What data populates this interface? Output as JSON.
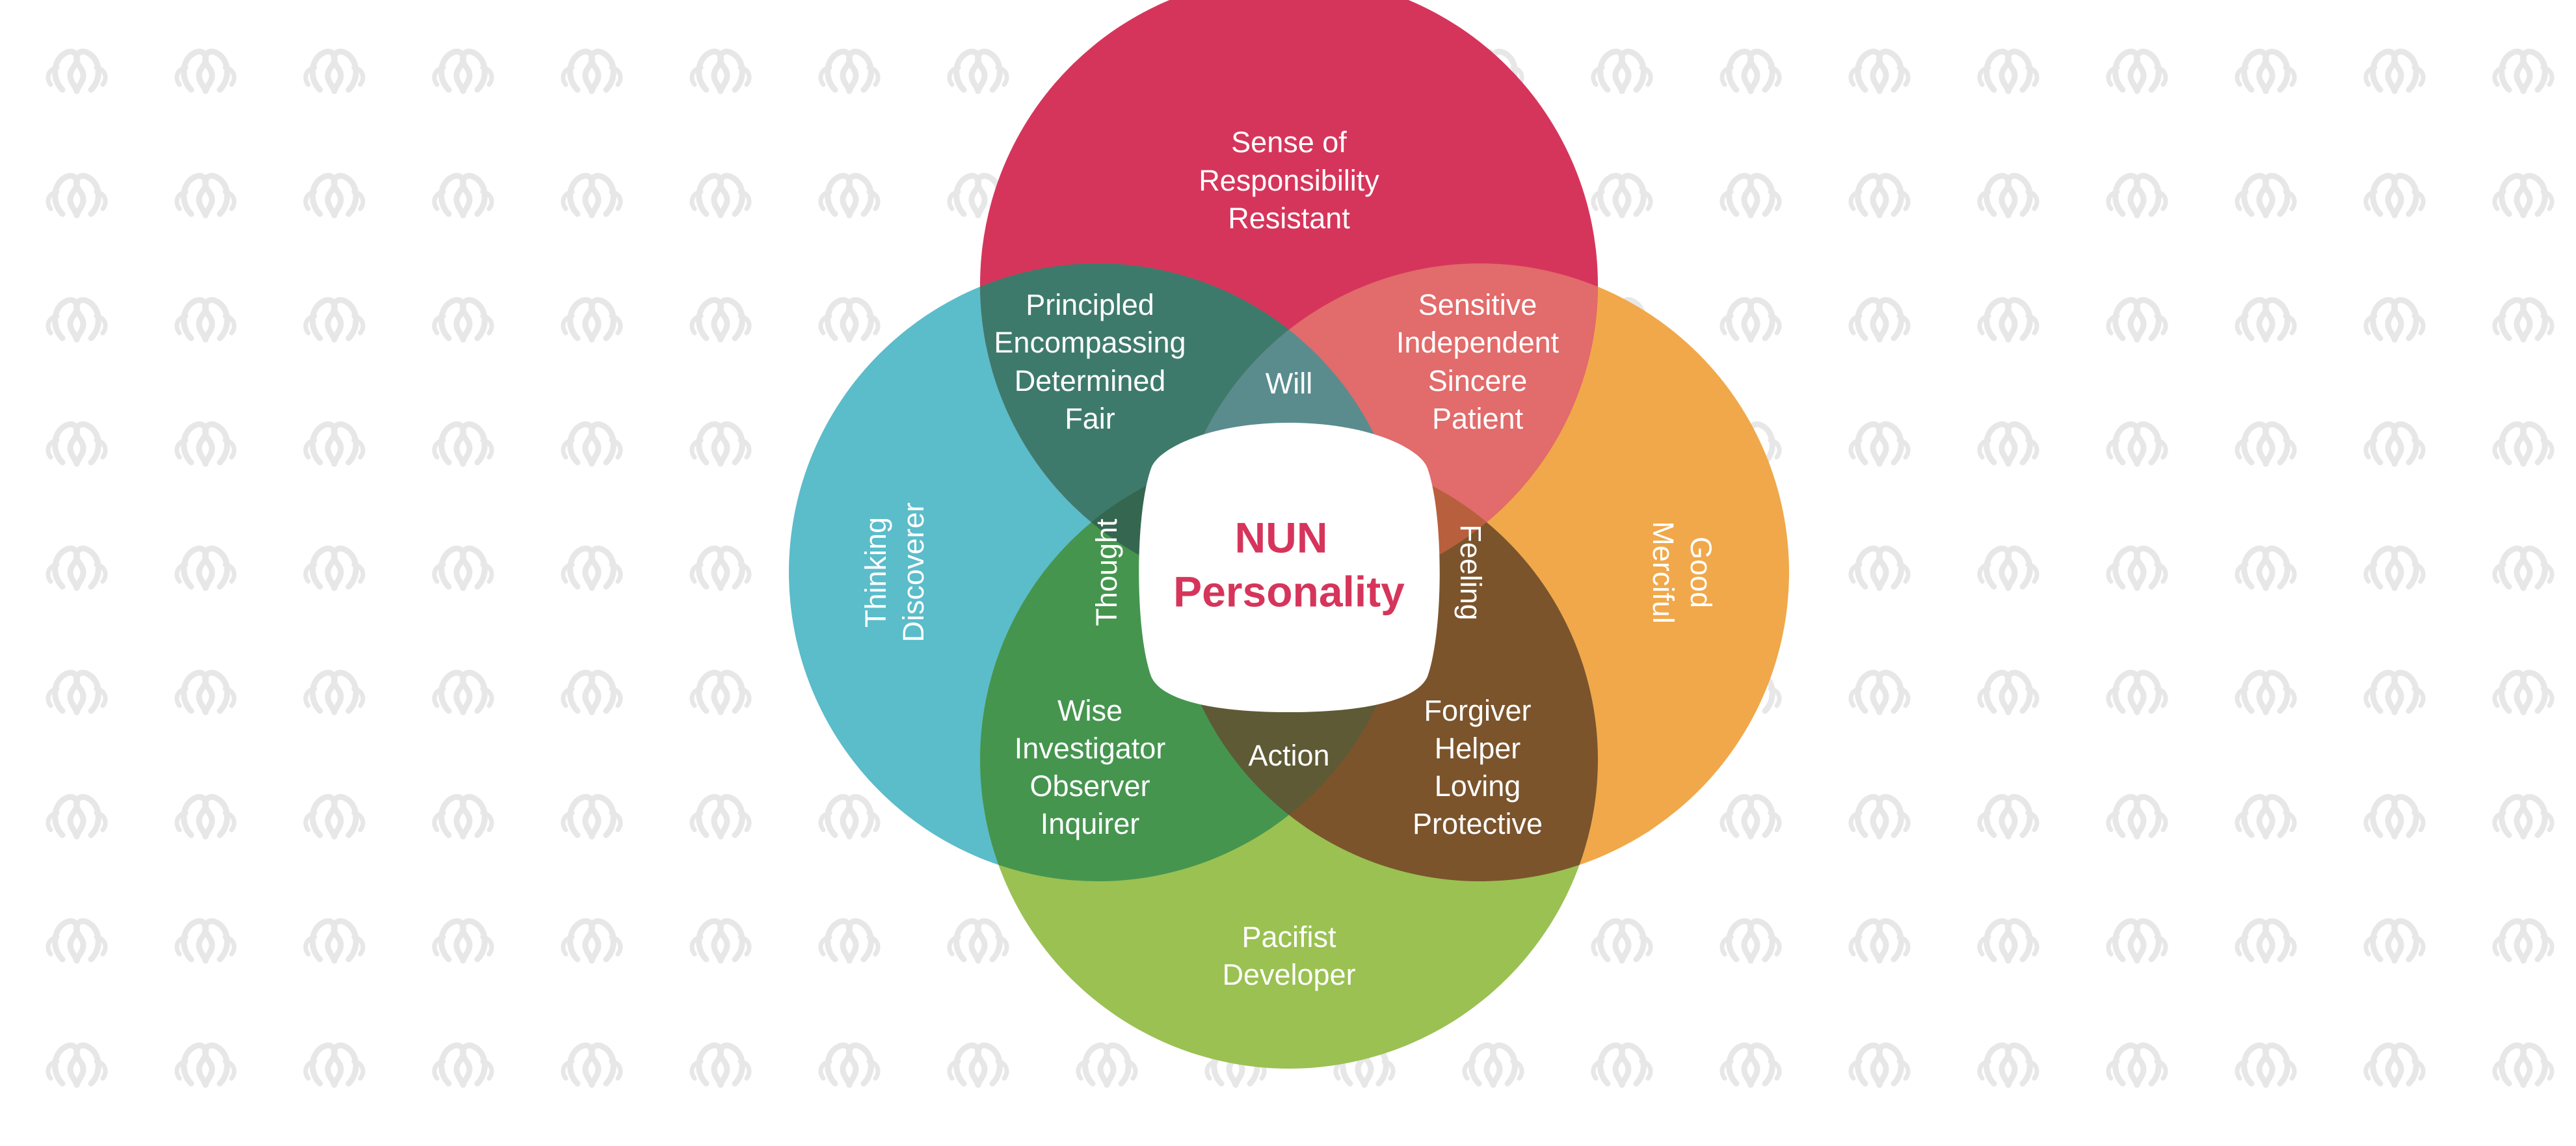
{
  "colors": {
    "top_circle": "#d6355b",
    "left_circle": "#5bbcca",
    "right_circle": "#f0a84a",
    "bottom_circle": "#9ac152",
    "top_left_overlap": "#3e7a6b",
    "top_right_overlap": "#e26b6b",
    "bottom_left_overlap": "#45954f",
    "bottom_right_overlap": "#7b542c",
    "will_region": "#5a8c8e",
    "thought_region": "#356650",
    "feeling_region": "#b85f3d",
    "action_region": "#5e5a35",
    "center_text": "#d6355b",
    "watermark": "#e7e7e7"
  },
  "icons": {
    "watermark": "nun-logo-watermark-icon"
  },
  "center": {
    "line1": "NUN",
    "line2": "Personality"
  },
  "circles": {
    "top": {
      "lines": [
        "Sense of",
        "Responsibility",
        "Resistant"
      ]
    },
    "left": {
      "lines": [
        "Thinking",
        "Discoverer"
      ]
    },
    "right": {
      "lines": [
        "Good",
        "Merciful"
      ]
    },
    "bottom": {
      "lines": [
        "Pacifist",
        "Developer"
      ]
    }
  },
  "overlaps": {
    "top_left": {
      "lines": [
        "Principled",
        "Encompassing",
        "Determined",
        "Fair"
      ]
    },
    "top_right": {
      "lines": [
        "Sensitive",
        "Independent",
        "Sincere",
        "Patient"
      ]
    },
    "bottom_left": {
      "lines": [
        "Wise",
        "Investigator",
        "Observer",
        "Inquirer"
      ]
    },
    "bottom_right": {
      "lines": [
        "Forgiver",
        "Helper",
        "Loving",
        "Protective"
      ]
    }
  },
  "inner": {
    "will": "Will",
    "thought": "Thought",
    "feeling": "Feeling",
    "action": "Action"
  }
}
